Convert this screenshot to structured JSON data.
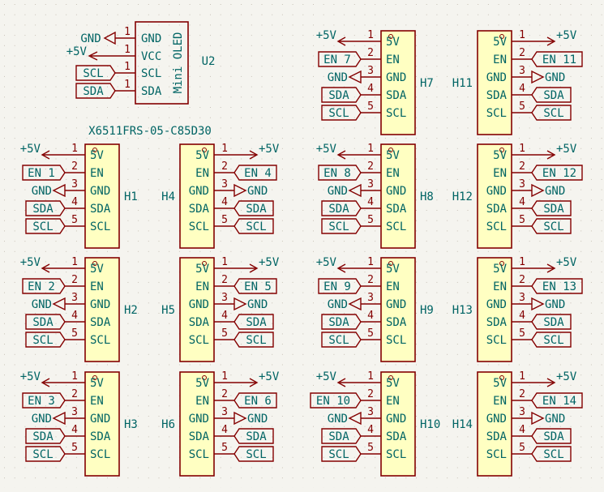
{
  "colors": {
    "background": "#f5f4ef",
    "symbol_outline": "#840000",
    "symbol_fill": "#ffffc2",
    "text": "#006464",
    "grid_dot": "#c9c2b6"
  },
  "oled": {
    "ref": "U2",
    "title": "Mini OLED",
    "pins": [
      {
        "num": "1",
        "name": "GND",
        "net": "GND",
        "kind": "ground"
      },
      {
        "num": "1",
        "name": "VCC",
        "net": "+5V",
        "kind": "power"
      },
      {
        "num": "1",
        "name": "SCL",
        "net": "SCL",
        "kind": "label"
      },
      {
        "num": "1",
        "name": "SDA",
        "net": "SDA",
        "kind": "label"
      }
    ]
  },
  "header_value": "X6511FRS-05-C85D30",
  "pin_names": [
    "5V",
    "EN",
    "GND",
    "SDA",
    "SCL"
  ],
  "pin_numbers": [
    "1",
    "2",
    "3",
    "4",
    "5"
  ],
  "headers": [
    {
      "ref": "H1",
      "en": "EN 1"
    },
    {
      "ref": "H2",
      "en": "EN 2"
    },
    {
      "ref": "H3",
      "en": "EN 3"
    },
    {
      "ref": "H4",
      "en": "EN 4"
    },
    {
      "ref": "H5",
      "en": "EN 5"
    },
    {
      "ref": "H6",
      "en": "EN 6"
    },
    {
      "ref": "H7",
      "en": "EN 7"
    },
    {
      "ref": "H8",
      "en": "EN 8"
    },
    {
      "ref": "H9",
      "en": "EN 9"
    },
    {
      "ref": "H10",
      "en": "EN 10"
    },
    {
      "ref": "H11",
      "en": "EN 11"
    },
    {
      "ref": "H12",
      "en": "EN 12"
    },
    {
      "ref": "H13",
      "en": "EN 13"
    },
    {
      "ref": "H14",
      "en": "EN 14"
    }
  ],
  "net_labels": {
    "power": "+5V",
    "ground": "GND",
    "sda": "SDA",
    "scl": "SCL"
  }
}
